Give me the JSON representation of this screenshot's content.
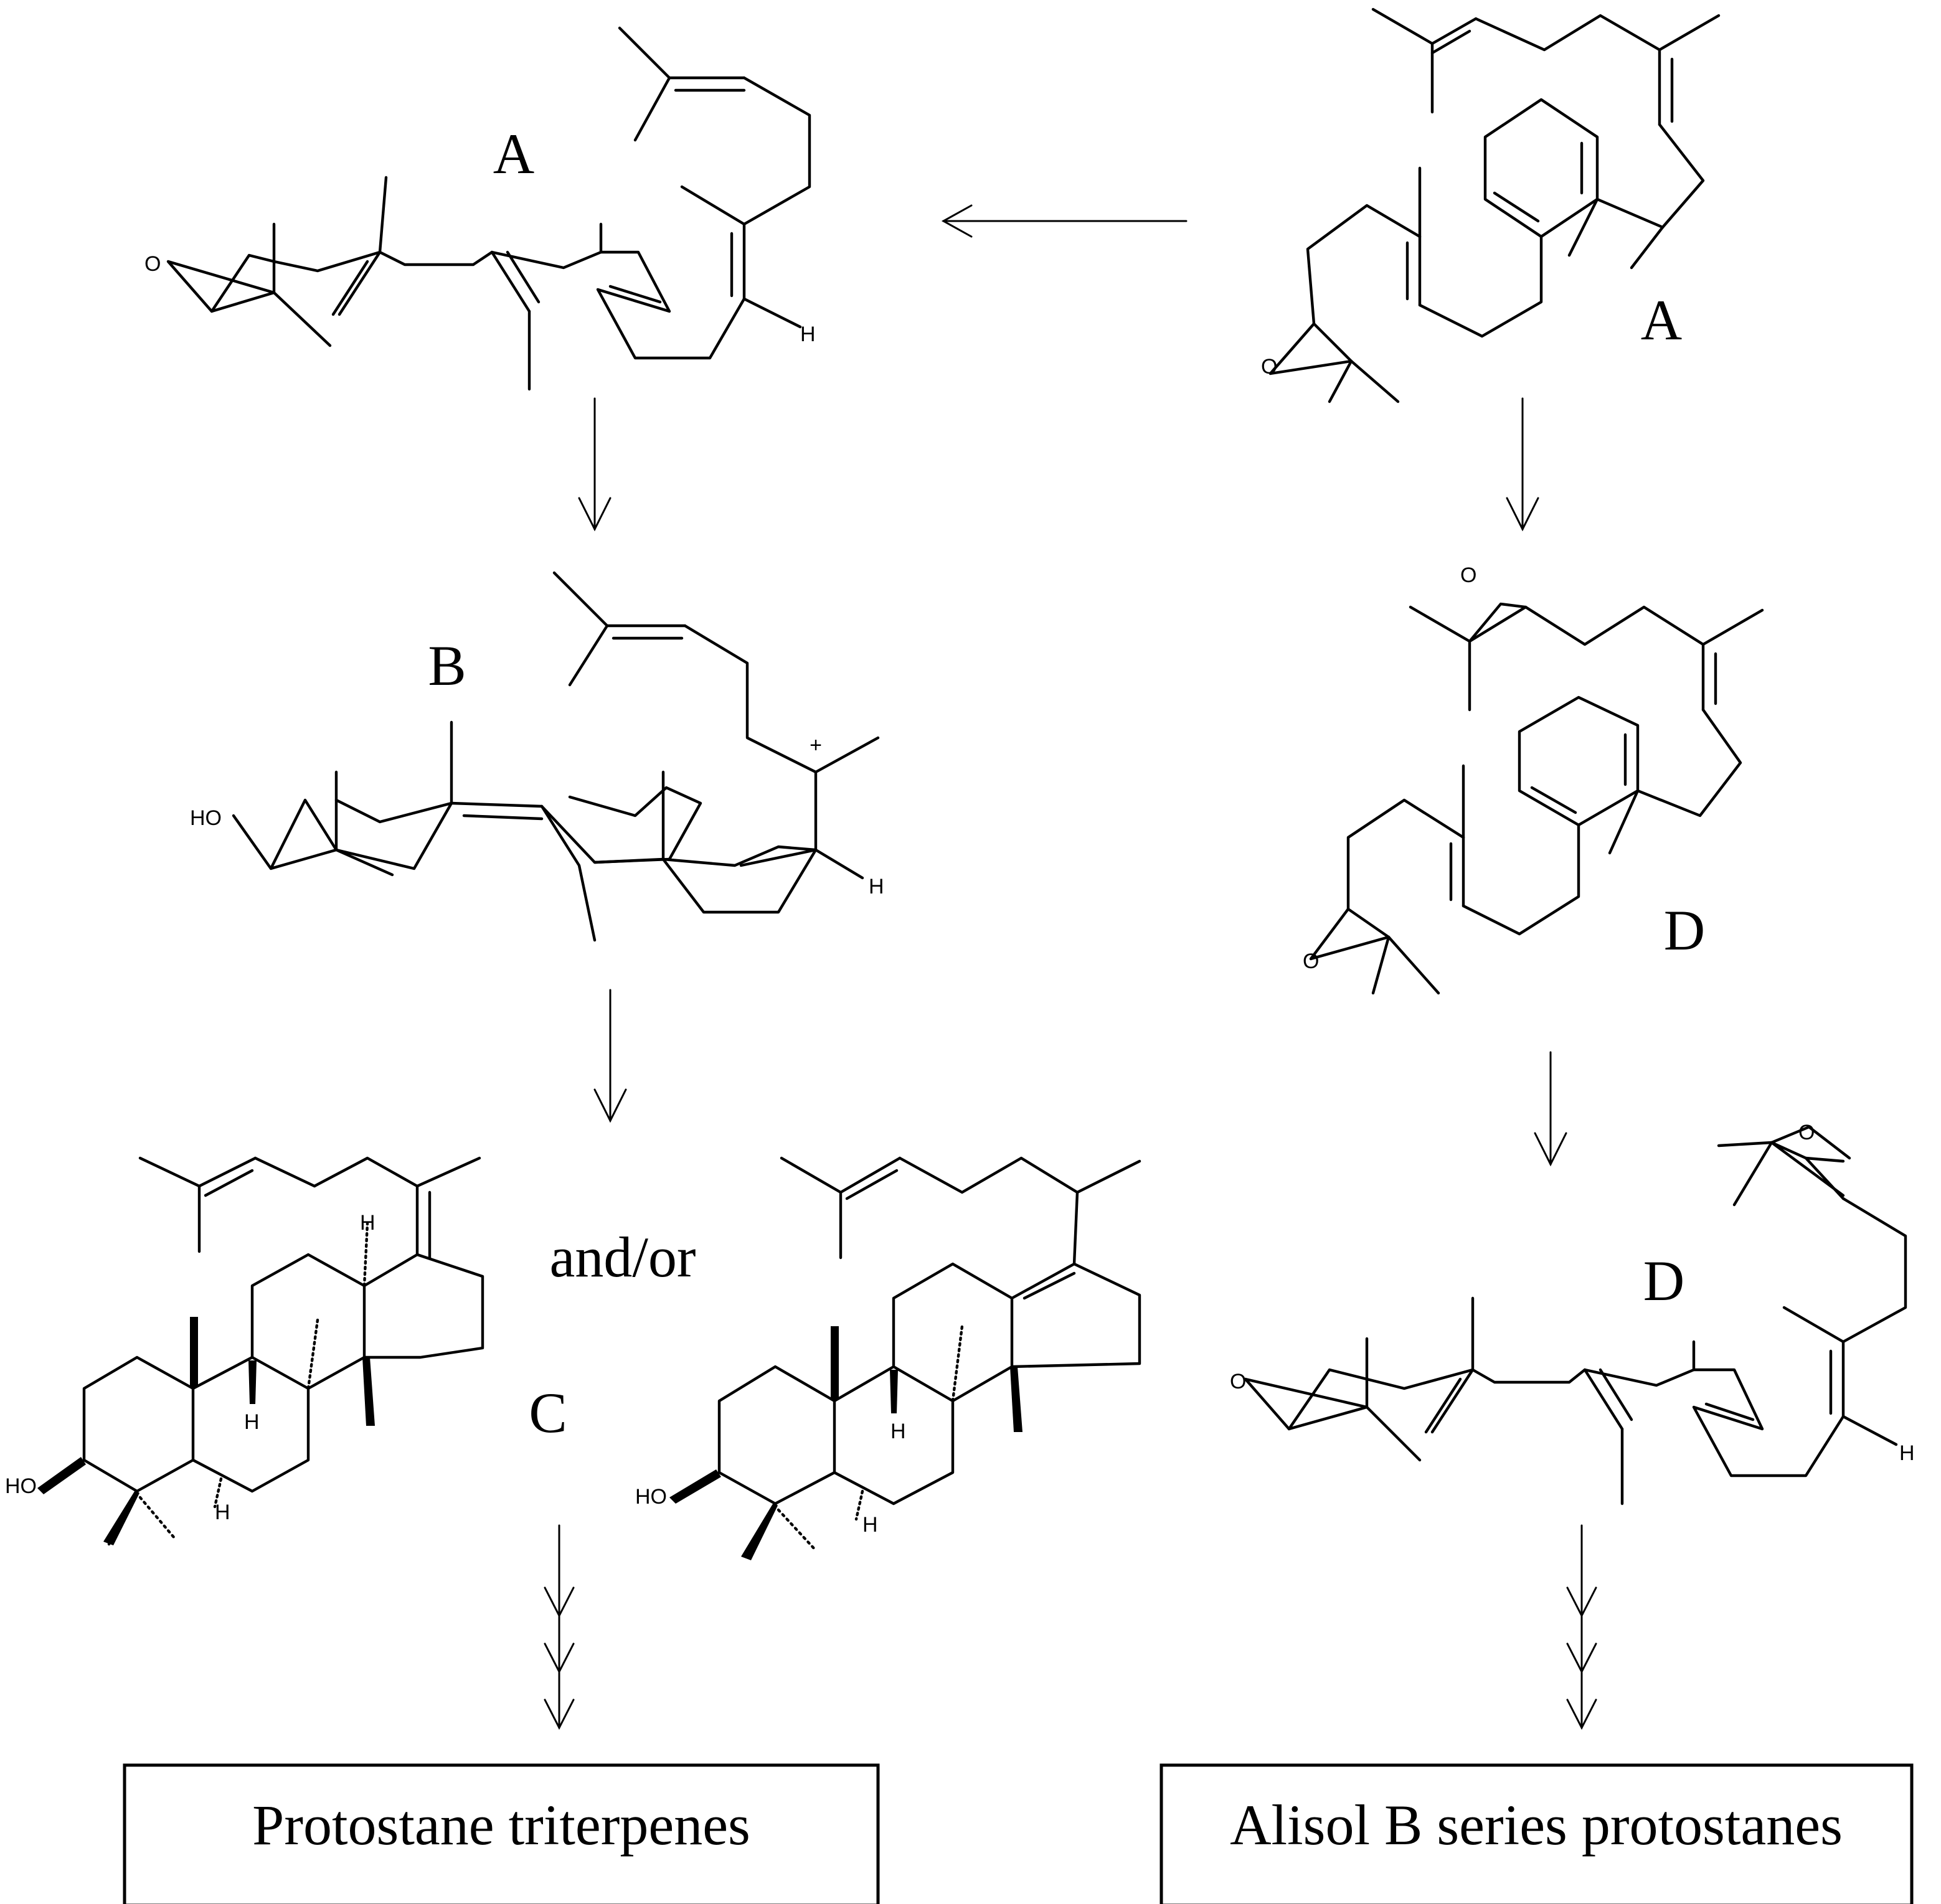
{
  "labels": {
    "a_left": "A",
    "a_right": "A",
    "b": "B",
    "c": "C",
    "d_top": "D",
    "d_bottom": "D",
    "and_or": "and/or"
  },
  "atoms": {
    "oxygen": "O",
    "hydroxyl": "HO",
    "hydrogen": "H",
    "cation": "+"
  },
  "products": {
    "left": "Protostane triterpenes",
    "right": "Alisol B series protostanes"
  }
}
